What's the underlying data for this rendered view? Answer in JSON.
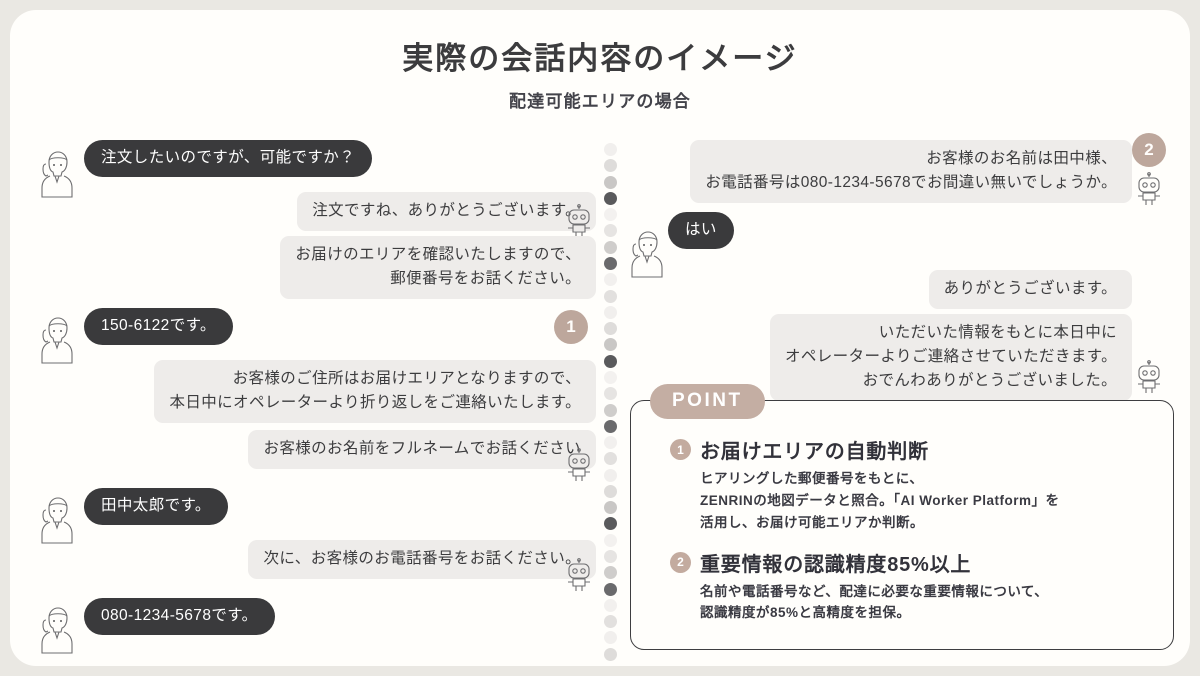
{
  "header": {
    "title": "実際の会話内容のイメージ",
    "subtitle": "配達可能エリアの場合"
  },
  "colors": {
    "page_background": "#eae8e3",
    "card_background": "#fffefb",
    "user_bubble": "#3a3a3c",
    "bot_bubble": "#eeecea",
    "accent": "#c4aea3",
    "badge": "#bda79c",
    "text_dark": "#3c3c3e"
  },
  "left_column": [
    {
      "speaker": "user",
      "text": "注文したいのですが、可能ですか？",
      "avatar": "person-on-phone-icon"
    },
    {
      "speaker": "bot",
      "text": "注文ですね、ありがとうございます。",
      "avatar": "robot-icon"
    },
    {
      "speaker": "bot",
      "text": "お届けのエリアを確認いたしますので、\n郵便番号をお話ください。"
    },
    {
      "speaker": "user",
      "text": "150-6122です。",
      "avatar": "person-on-phone-icon"
    },
    {
      "speaker": "bot",
      "text": "お客様のご住所はお届けエリアとなりますので、\n本日中にオペレーターより折り返しをご連絡いたします。"
    },
    {
      "speaker": "bot",
      "text": "お客様のお名前をフルネームでお話ください",
      "avatar": "robot-icon"
    },
    {
      "speaker": "user",
      "text": "田中太郎です。",
      "avatar": "person-on-phone-icon"
    },
    {
      "speaker": "bot",
      "text": "次に、お客様のお電話番号をお話ください。",
      "avatar": "robot-icon"
    },
    {
      "speaker": "user",
      "text": "080-1234-5678です。",
      "avatar": "person-on-phone-icon"
    }
  ],
  "right_column": [
    {
      "speaker": "bot",
      "text": "お客様のお名前は田中様、\nお電話番号は080-1234-5678でお間違い無いでしょうか。",
      "avatar": "robot-icon"
    },
    {
      "speaker": "user",
      "text": "はい",
      "avatar": "person-on-phone-icon"
    },
    {
      "speaker": "bot",
      "text": "ありがとうございます。"
    },
    {
      "speaker": "bot",
      "text": "いただいた情報をもとに本日中に\nオペレーターよりご連絡させていただきます。\nおでんわありがとうございました。",
      "avatar": "robot-icon"
    }
  ],
  "callout_badges": [
    {
      "label": "1"
    },
    {
      "label": "2"
    }
  ],
  "point_section": {
    "tag": "POINT",
    "items": [
      {
        "number": "1",
        "title": "お届けエリアの自動判断",
        "body": "ヒアリングした郵便番号をもとに、\nZENRINの地図データと照合。「AI Worker Platform」を\n活用し、お届け可能エリアか判断。"
      },
      {
        "number": "2",
        "title": "重要情報の認識精度85%以上",
        "body": "名前や電話番号など、配達に必要な重要情報について、\n認識精度が85%と高精度を担保。"
      }
    ]
  },
  "divider": {
    "dot_shades": [
      "#f1efed",
      "#dedcda",
      "#c9c7c5",
      "#5a5a5c",
      "#f3f1ef",
      "#e6e4e2",
      "#cfcdcb",
      "#6a6a6c",
      "#f2f0ee",
      "#e2e0de"
    ]
  }
}
